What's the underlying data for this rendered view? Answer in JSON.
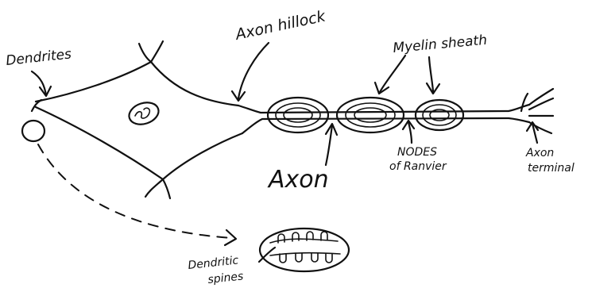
{
  "labels": {
    "dendrites": "Dendrites",
    "axon_hillock": "Axon hillock",
    "myelin_sheath": "Myelin sheath",
    "axon": "Axon",
    "nodes_line1": "NODES",
    "nodes_line2": "of Ranvier",
    "axon_terminal_line1": "Axon",
    "axon_terminal_line2": "terminal",
    "dendritic_spines_line1": "Dendritic",
    "dendritic_spines_line2": "spines"
  },
  "colors": {
    "ink": "#111111",
    "background": "#ffffff"
  }
}
